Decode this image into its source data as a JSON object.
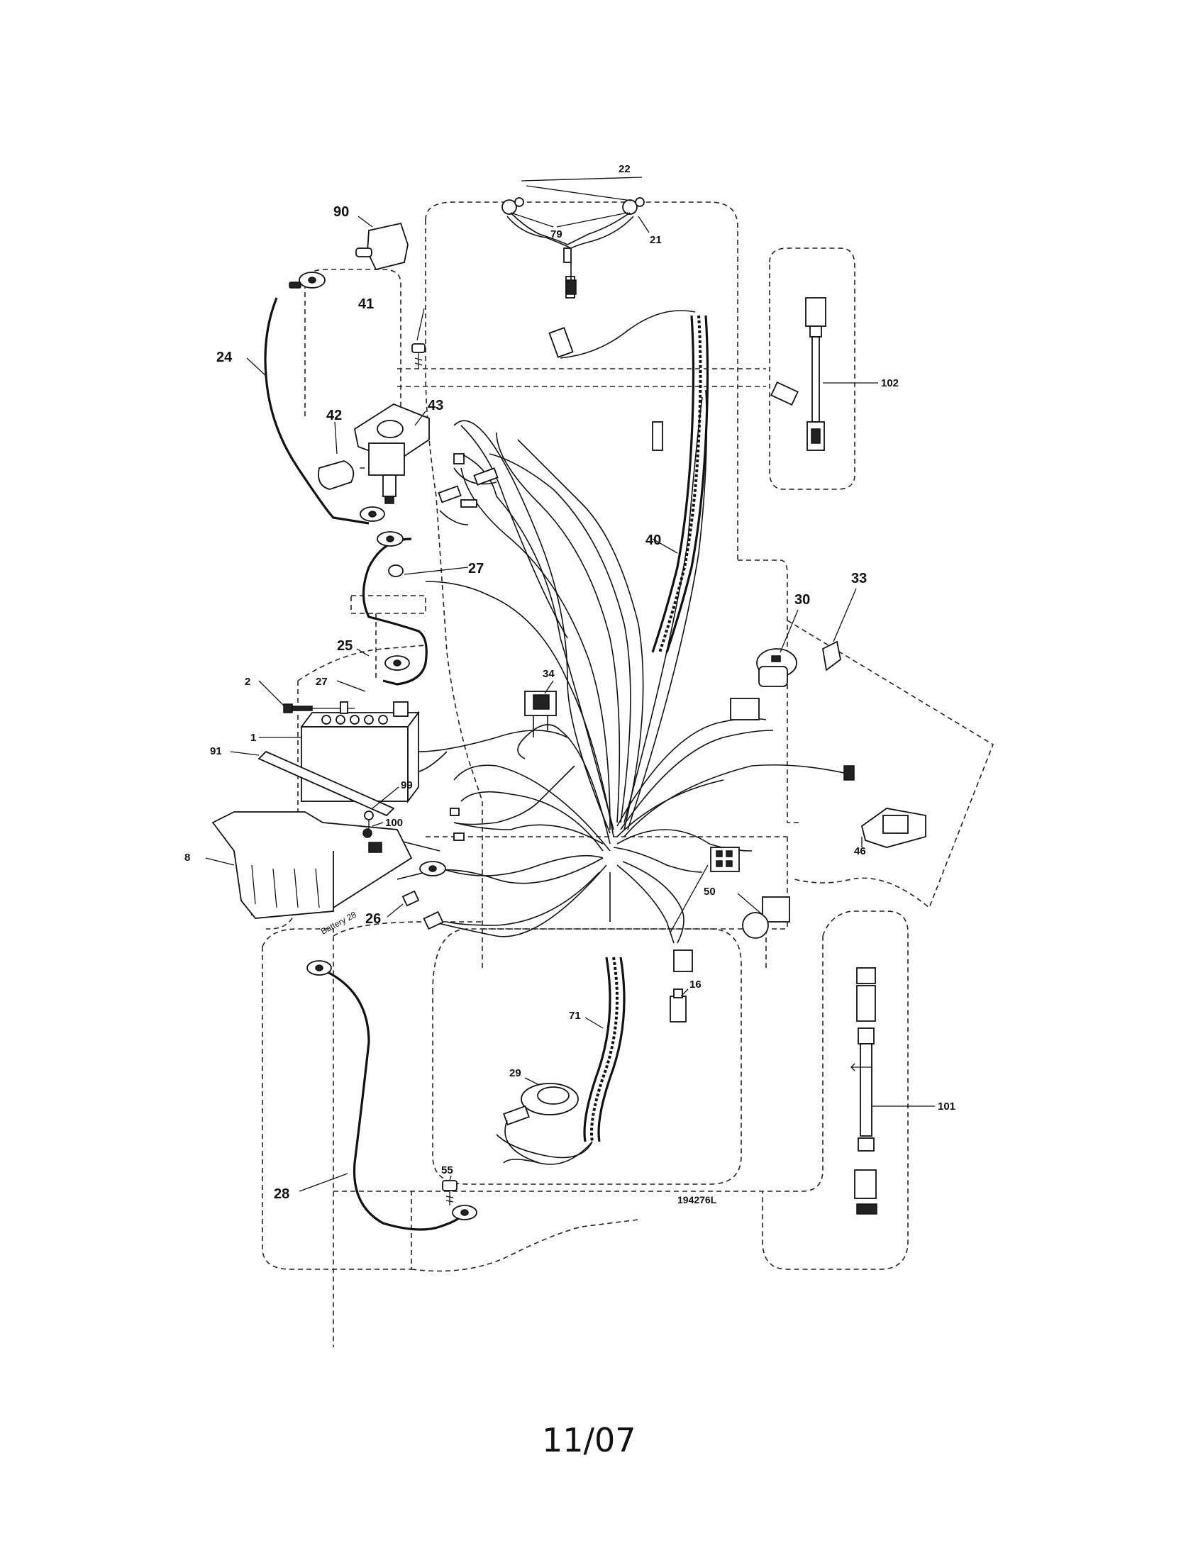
{
  "diagram": {
    "id_label": "194276L",
    "date_label": "11/07",
    "battery_label": "Battery 28"
  },
  "callouts": {
    "c1": "1",
    "c2": "2",
    "c8": "8",
    "c16": "16",
    "c21": "21",
    "c22": "22",
    "c24": "24",
    "c25": "25",
    "c26": "26",
    "c27a": "27",
    "c27b": "27",
    "c28": "28",
    "c29": "29",
    "c30": "30",
    "c33": "33",
    "c34": "34",
    "c40": "40",
    "c41": "41",
    "c42": "42",
    "c43": "43",
    "c46": "46",
    "c50": "50",
    "c55": "55",
    "c71": "71",
    "c79": "79",
    "c90": "90",
    "c91": "91",
    "c99": "99",
    "c100": "100",
    "c101": "101",
    "c102": "102"
  }
}
